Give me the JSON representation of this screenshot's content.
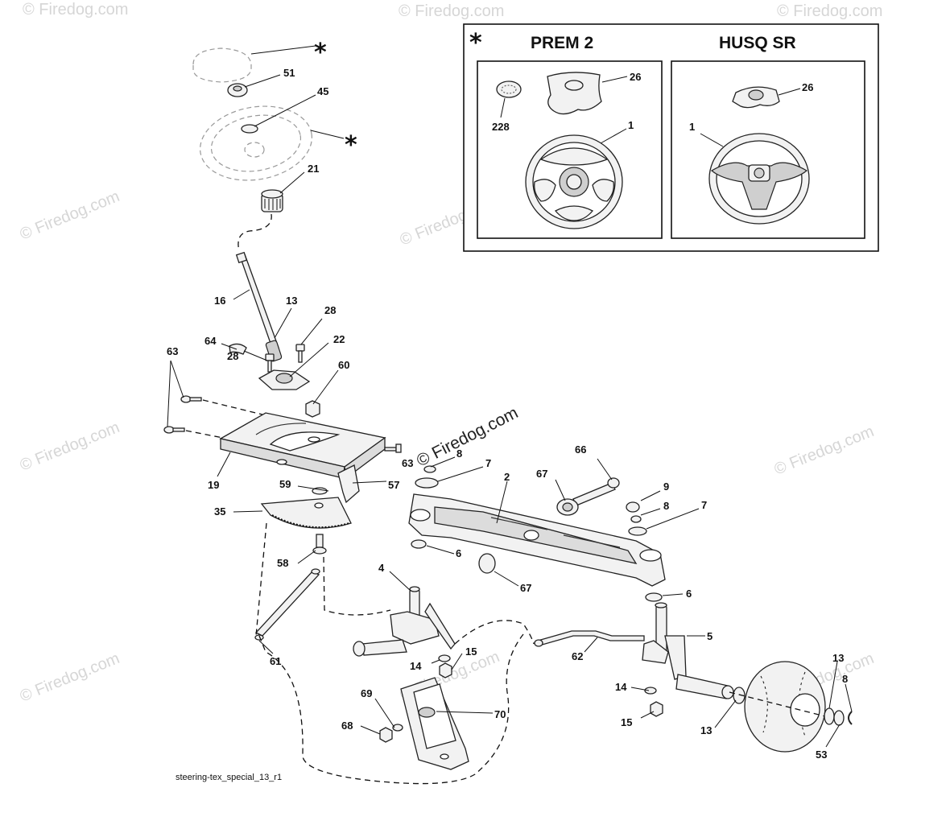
{
  "diagram": {
    "caption": "steering-tex_special_13_r1",
    "inset": {
      "marker": "*",
      "left_title": "PREM 2",
      "right_title": "HUSQ SR"
    },
    "watermark": "© Firedog.com",
    "labels": {
      "star_cap": "*",
      "star_wheel": "*",
      "p51": "51",
      "p45": "45",
      "p21": "21",
      "p16": "16",
      "p13a": "13",
      "p28a": "28",
      "p64": "64",
      "p28b": "28",
      "p22": "22",
      "p63a": "63",
      "p60": "60",
      "p19": "19",
      "p63b": "63",
      "p57": "57",
      "p59": "59",
      "p35": "35",
      "p58": "58",
      "p61": "61",
      "p8a": "8",
      "p7a": "7",
      "p2": "2",
      "p66": "66",
      "p67a": "67",
      "p9": "9",
      "p8b": "8",
      "p7b": "7",
      "p6a": "6",
      "p4": "4",
      "p67b": "67",
      "p6b": "6",
      "p5": "5",
      "p62": "62",
      "p14a": "14",
      "p15a": "15",
      "p69": "69",
      "p70": "70",
      "p68": "68",
      "p14b": "14",
      "p15b": "15",
      "p13b": "13",
      "p13c": "13",
      "p8c": "8",
      "p53": "53",
      "i26a": "26",
      "i228": "228",
      "i1a": "1",
      "i26b": "26",
      "i1b": "1"
    }
  }
}
